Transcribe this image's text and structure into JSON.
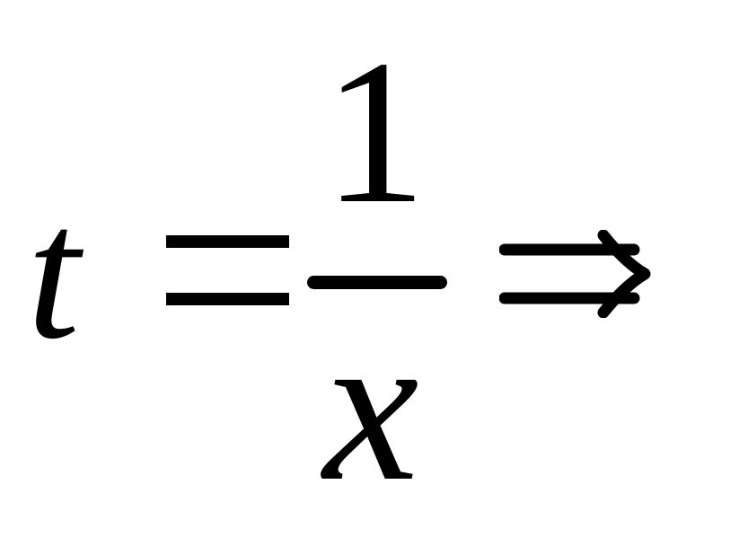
{
  "formula": {
    "lhs_variable": "t",
    "equals": "=",
    "numerator": "1",
    "denominator": "x",
    "implies_symbol": "⇒"
  }
}
